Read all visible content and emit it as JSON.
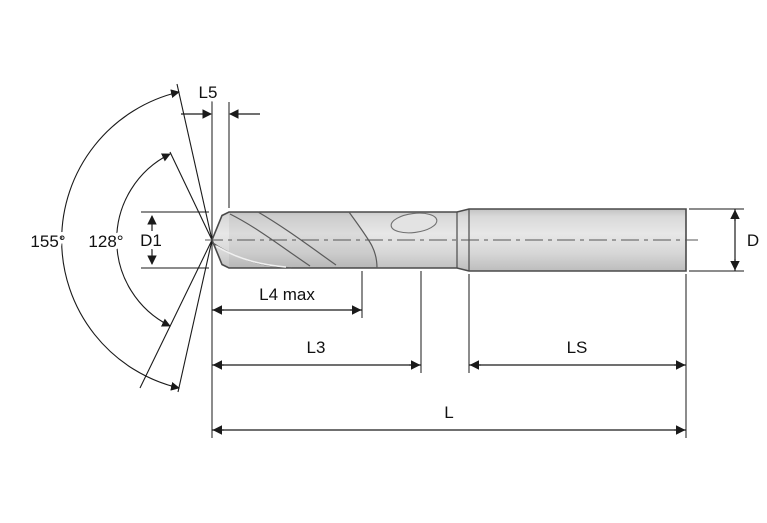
{
  "diagram": {
    "name": "drill-dimension-drawing",
    "labels": {
      "l5": "L5",
      "angle_outer": "155°",
      "angle_inner": "128°",
      "d1": "D1",
      "l4_max": "L4 max",
      "l3": "L3",
      "ls": "LS",
      "l": "L",
      "d": "D"
    },
    "colors": {
      "background": "#ffffff",
      "tool_fill": "#d6d6d6",
      "tool_outline": "#4a4a4a",
      "line": "#1a1a1a",
      "text": "#111111"
    }
  }
}
